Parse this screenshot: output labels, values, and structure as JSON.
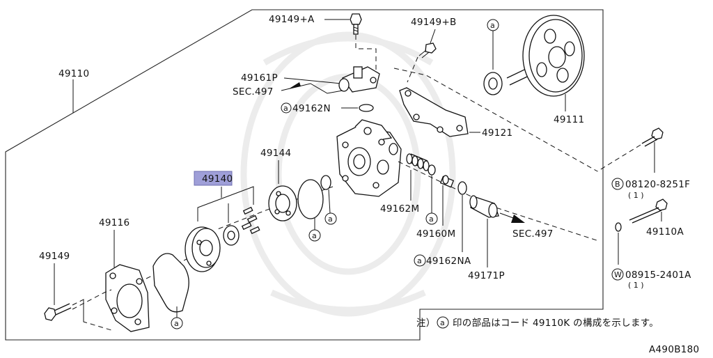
{
  "diagram": {
    "code": "A490B180",
    "note_prefix": "注）",
    "note_marker": "a",
    "note_text": "印の部品はコード 49110K の構成を示します。",
    "highlight_color": "#9f9fd8",
    "parts": {
      "p49110": "49110",
      "p49149a": "49149+A",
      "p49149b": "49149+B",
      "p49161p": "49161P",
      "sec497_top": "SEC.497",
      "p49162n": "49162N",
      "p49111": "49111",
      "p49121": "49121",
      "p49144": "49144",
      "p49140": "49140",
      "p49116": "49116",
      "p49149": "49149",
      "p49162m": "49162M",
      "p49160m": "49160M",
      "p49162na": "49162NA",
      "sec497_right": "SEC.497",
      "p49171p": "49171P",
      "p49110a": "49110A",
      "bolt_b_num": "08120-8251F",
      "bolt_b_qty": "( 1 )",
      "washer_w_num": "08915-2401A",
      "washer_w_qty": "( 1 )"
    },
    "markers": {
      "a": "a",
      "b": "B",
      "w": "W"
    }
  }
}
